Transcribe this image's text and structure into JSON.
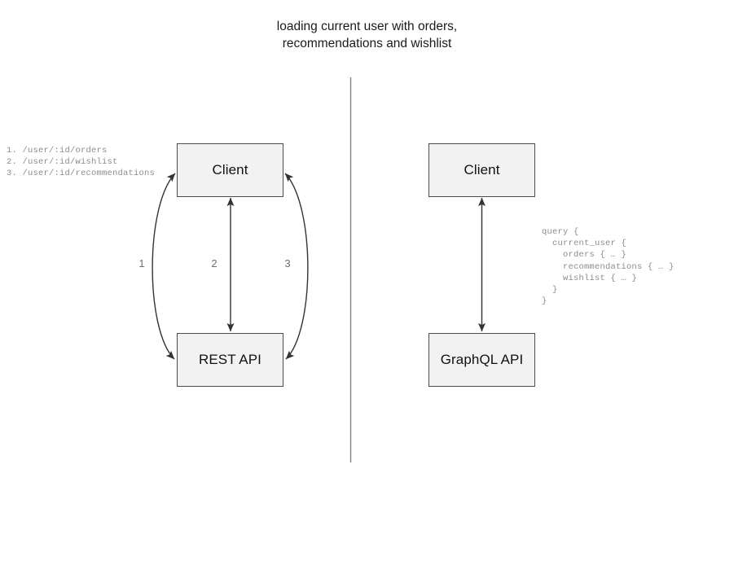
{
  "diagram": {
    "title": "loading current user with orders,\nrecommendations and wishlist",
    "divider_label": "vertical-divider",
    "left_panel": {
      "name": "rest-panel",
      "client_box": "Client",
      "api_box": "REST API",
      "edge_labels": [
        "1",
        "2",
        "3"
      ],
      "endpoints_text": "1. /user/:id/orders\n2. /user/:id/wishlist\n3. /user/:id/recommendations",
      "endpoints": [
        {
          "number": "1.",
          "path": "/user/:id/orders"
        },
        {
          "number": "2.",
          "path": "/user/:id/wishlist"
        },
        {
          "number": "3.",
          "path": "/user/:id/recommendations"
        }
      ]
    },
    "right_panel": {
      "name": "graphql-panel",
      "client_box": "Client",
      "api_box": "GraphQL API",
      "query_text": "query {\n  current_user {\n    orders { … }\n    recommendations { … }\n    wishlist { … }\n  }\n}",
      "query_lines": [
        "query {",
        "  current_user {",
        "    orders { … }",
        "    recommendations { … }",
        "    wishlist { … }",
        "  }",
        "}"
      ]
    },
    "colors": {
      "background": "#ffffff",
      "box_fill": "#f2f2f2",
      "box_stroke": "#4d4d4d",
      "edge_stroke": "#333333",
      "code_text": "#8c8c8c",
      "title_text": "#1a1a1a",
      "divider": "#808080"
    }
  }
}
